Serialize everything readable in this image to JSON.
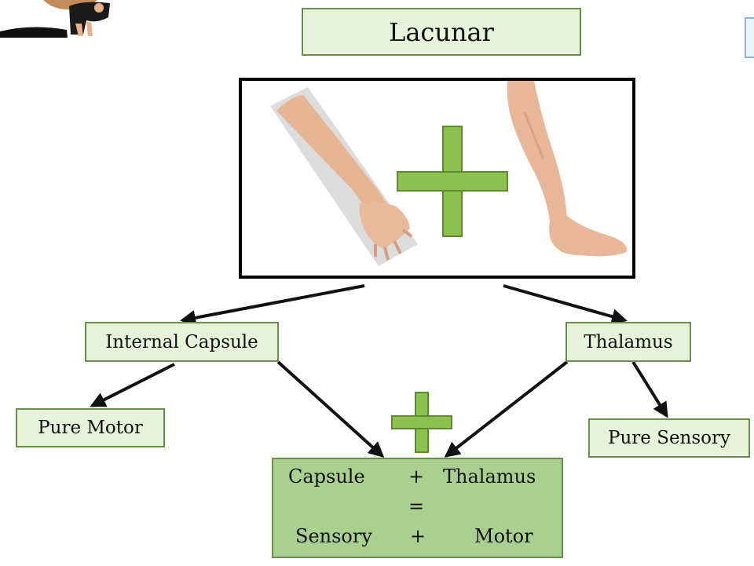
{
  "title": "Lacunar",
  "nodes": {
    "internal_capsule": "Internal Capsule",
    "thalamus": "Thalamus",
    "pure_motor": "Pure Motor",
    "pure_sensory": "Pure Sensory"
  },
  "result": {
    "row1": {
      "left": "Capsule",
      "op": "+",
      "right": "Thalamus"
    },
    "equals": "=",
    "row2": {
      "left": "Sensory",
      "op": "+",
      "right": "Motor"
    }
  },
  "colors": {
    "box_light": "#e6f2d9",
    "box_dark": "#a9d08e",
    "plus_green": "#8cc04f",
    "border_green": "#6b8e4e"
  }
}
